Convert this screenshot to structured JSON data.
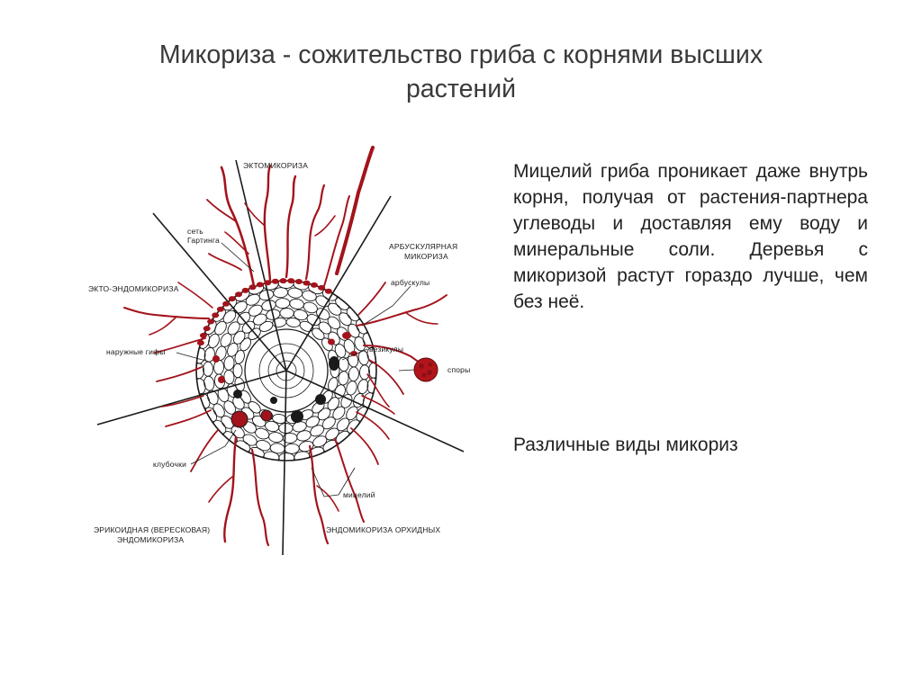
{
  "title": {
    "line1": "Микориза - сожительство гриба с корнями высших",
    "line2": "растений"
  },
  "body_text": "Мицелий гриба проникает даже внутрь корня, получая от растения-партнера углеводы и доставляя ему воду и минеральные соли. Деревья с микоризой растут гораздо лучше, чем без неё.",
  "caption": "Различные виды микориз",
  "diagram": {
    "labels": {
      "ectomycorrhiza": "ЭКТОМИКОРИЗА",
      "hartig_net_1": "сеть",
      "hartig_net_2": "Гартинга",
      "arbuscular_1": "АРБУСКУЛЯРНАЯ",
      "arbuscular_2": "МИКОРИЗА",
      "arbuscules": "арбускулы",
      "ecto_endo": "ЭКТО-ЭНДОМИКОРИЗА",
      "outer_hyphae": "наружные гифы",
      "vesicles": "везикулы",
      "spores": "споры",
      "coils": "клубочки",
      "mycelium": "мицелий",
      "ericoid_1": "ЭРИКОИДНАЯ (ВЕРЕСКОВАЯ)",
      "ericoid_2": "ЭНДОМИКОРИЗА",
      "orchid": "ЭНДОМИКОРИЗА ОРХИДНЫХ"
    },
    "colors": {
      "hyphae": "#a3131b",
      "outline": "#1a1a1a"
    }
  }
}
